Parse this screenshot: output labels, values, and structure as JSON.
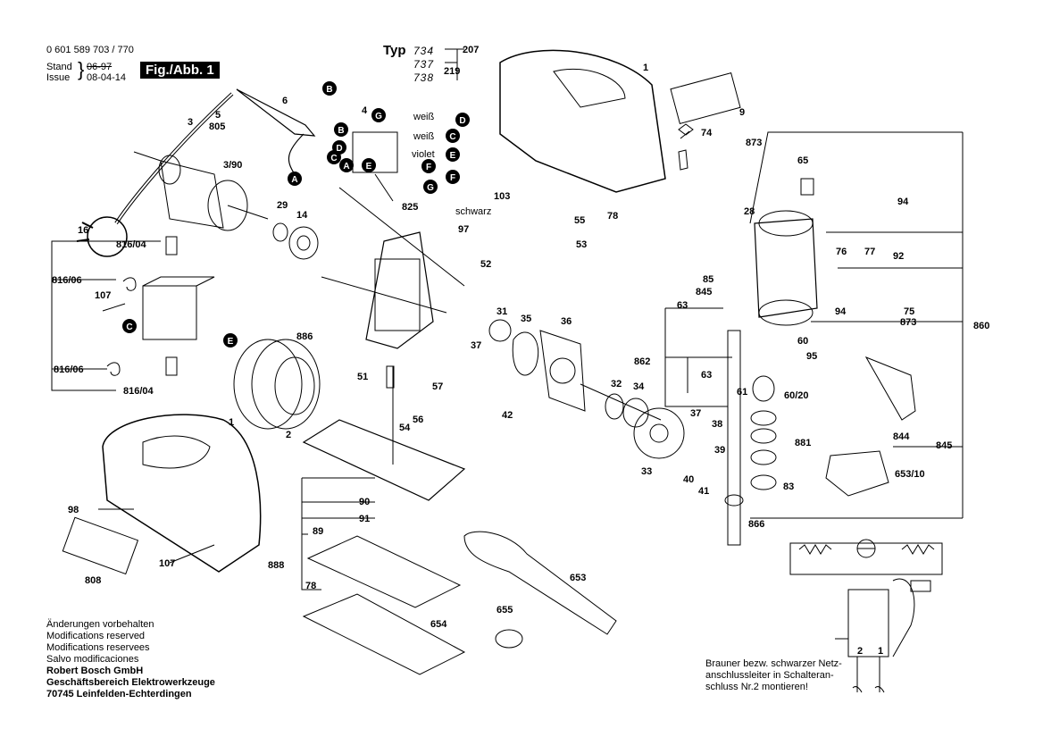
{
  "header": {
    "doc_number": "0 601 589 703 / 770",
    "stand_label": "Stand",
    "issue_label": "Issue",
    "stand_date_struck": "06-97",
    "issue_date": "08-04-14",
    "fig_label": "Fig./Abb. 1"
  },
  "typ": {
    "label": "Typ",
    "values": [
      "734",
      "737",
      "738"
    ]
  },
  "footer": {
    "lines": [
      "Änderungen vorbehalten",
      "Modifications reserved",
      "Modifications reservees",
      "Salvo modificaciones"
    ],
    "company": [
      "Robert Bosch GmbH",
      "Geschäftsbereich Elektrowerkzeuge",
      "70745 Leinfelden-Echterdingen"
    ]
  },
  "note": [
    "Brauner bezw. schwarzer Netz-",
    "anschlussleiter in Schalteran-",
    "schluss Nr.2 montieren!"
  ],
  "wires": [
    "weiß",
    "weiß",
    "violet",
    "schwarz"
  ],
  "part_labels": [
    "207",
    "219",
    "1",
    "9",
    "74",
    "873",
    "65",
    "94",
    "28",
    "78",
    "76",
    "77",
    "92",
    "75",
    "873",
    "860",
    "85",
    "845",
    "63",
    "60",
    "94",
    "95",
    "862",
    "63",
    "61",
    "60/20",
    "844",
    "845",
    "881",
    "653/10",
    "83",
    "866",
    "37",
    "38",
    "39",
    "40",
    "41",
    "33",
    "34",
    "32",
    "36",
    "35",
    "31",
    "37",
    "55",
    "53",
    "52",
    "97",
    "103",
    "4",
    "6",
    "5",
    "805",
    "3",
    "3/90",
    "29",
    "14",
    "825",
    "16",
    "816/04",
    "816/06",
    "107",
    "816/06",
    "816/04",
    "886",
    "2",
    "51",
    "57",
    "56",
    "54",
    "42",
    "1",
    "98",
    "808",
    "107",
    "888",
    "90",
    "91",
    "89",
    "78",
    "654",
    "653",
    "655"
  ],
  "schematic_numbers": [
    "2",
    "1"
  ],
  "callouts": [
    "B",
    "B",
    "G",
    "D",
    "C",
    "A",
    "E",
    "F",
    "D",
    "C",
    "E",
    "F",
    "G",
    "C",
    "E",
    "A"
  ]
}
